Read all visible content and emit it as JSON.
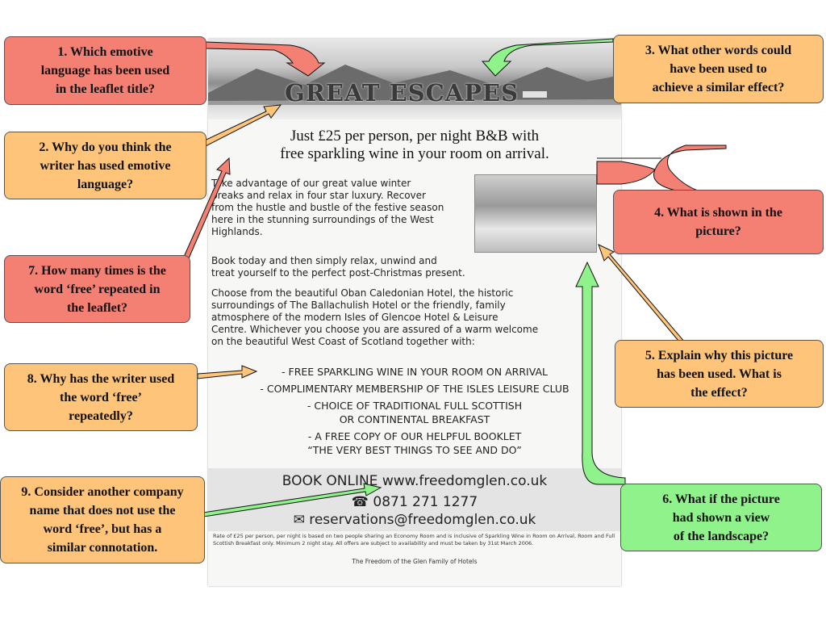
{
  "leaflet": {
    "title": "GREAT ESCAPES",
    "headline_1": "Just £25 per person, per night B&B with",
    "headline_2": "free sparkling wine in your room on arrival.",
    "para1": [
      "Take advantage of our great value winter",
      "breaks and relax in four star luxury.  Recover",
      "from the hustle and bustle of the festive season",
      "here in the stunning surroundings of the West",
      "Highlands."
    ],
    "para2": [
      "Book today and then simply relax, unwind and",
      "treat yourself to the perfect post-Christmas present."
    ],
    "para3": [
      "Choose from the beautiful Oban Caledonian Hotel, the historic",
      "surroundings of The Ballachulish Hotel or the friendly, family",
      "atmosphere of the modern Isles of Glencoe Hotel & Leisure",
      "Centre.  Whichever you choose you are assured of a warm welcome",
      "on the beautiful West Coast of Scotland together with:"
    ],
    "offers": [
      "- FREE SPARKLING WINE IN YOUR ROOM ON ARRIVAL",
      "- COMPLIMENTARY MEMBERSHIP OF THE ISLES LEISURE CLUB",
      "- CHOICE OF TRADITIONAL FULL SCOTTISH",
      "OR CONTINENTAL BREAKFAST",
      "-  A FREE COPY OF OUR HELPFUL BOOKLET",
      "“THE VERY BEST THINGS TO SEE AND DO”"
    ],
    "book_online": "BOOK ONLINE www.freedomglen.co.uk",
    "phone": "0871 271 1277",
    "email": "reservations@freedomglen.co.uk",
    "fine_print": "Rate of £25 per person, per night is based on two people sharing an Economy Room and is inclusive of Sparkling Wine in Room on Arrival, Room and Full Scottish Breakfast only.  Minimum 2 night stay.  All offers are subject to availability and must be taken by 31st March 2006.",
    "footer": "The Freedom of the Glen Family of Hotels"
  },
  "questions": {
    "q1": [
      "1. Which emotive",
      "language has been used",
      "in the leaflet title?"
    ],
    "q2": [
      "2. Why do you think the",
      "writer has used emotive",
      "language?"
    ],
    "q3": [
      "3. What other words could",
      "have been used to",
      "achieve a similar effect?"
    ],
    "q4": [
      "4. What is shown in the",
      "picture?"
    ],
    "q5": [
      "5. Explain why this picture",
      "has been used.  What is",
      "the effect?"
    ],
    "q6": [
      "6. What if the picture",
      "had shown a view",
      "of the landscape?"
    ],
    "q7": [
      "7. How many times is the",
      "word ‘free’ repeated in",
      "the leaflet?"
    ],
    "q8": [
      "8. Why has the writer used",
      "the word ‘free’",
      "repeatedly?"
    ],
    "q9": [
      "9. Consider another company",
      "name that does not use the",
      "word ‘free’, but has a",
      "similar connotation."
    ]
  },
  "colors": {
    "red_box": "#f47f73",
    "orange_box": "#fdc47a",
    "green_box": "#8ff28a"
  }
}
